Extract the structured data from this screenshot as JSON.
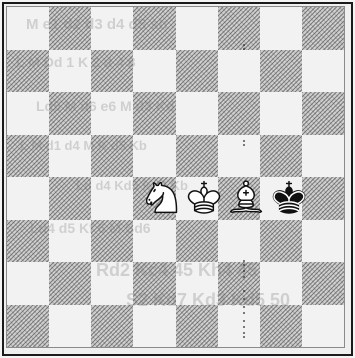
{
  "board": {
    "files": 8,
    "ranks": 8,
    "dark_square_style": "hatched",
    "light_square_color": "#f2f2f2",
    "dark_square_color": "#cfcfcf"
  },
  "pieces": [
    {
      "id": "white-knight",
      "name": "knight",
      "color": "white",
      "square": "d4",
      "icon": "white-knight-icon"
    },
    {
      "id": "white-king",
      "name": "king",
      "color": "white",
      "square": "e4",
      "icon": "white-king-icon"
    },
    {
      "id": "white-bishop",
      "name": "bishop",
      "color": "white",
      "square": "f4",
      "icon": "white-bishop-icon"
    },
    {
      "id": "black-king",
      "name": "king",
      "color": "black",
      "square": "g4",
      "icon": "black-king-icon"
    }
  ],
  "bleed_through_text": {
    "l1": "M e1 d2 d3 d4 d5 sh",
    "l2": "L M Dd 1 K 2 d 4 8",
    "l3": "Ld5 M d6 e6 M d3 Kd",
    "l4": "L M d1 d4 M K d5 Kb",
    "l5": "Ld d4 Kd5 Kd4 Kb",
    "l6": "Ld4 d5 Kf 6 M Sd6",
    "l7": "Rd2 Kc4 45 Kh4 45",
    "l8": "S2 Kd7 Kd3 Kd5 50"
  }
}
